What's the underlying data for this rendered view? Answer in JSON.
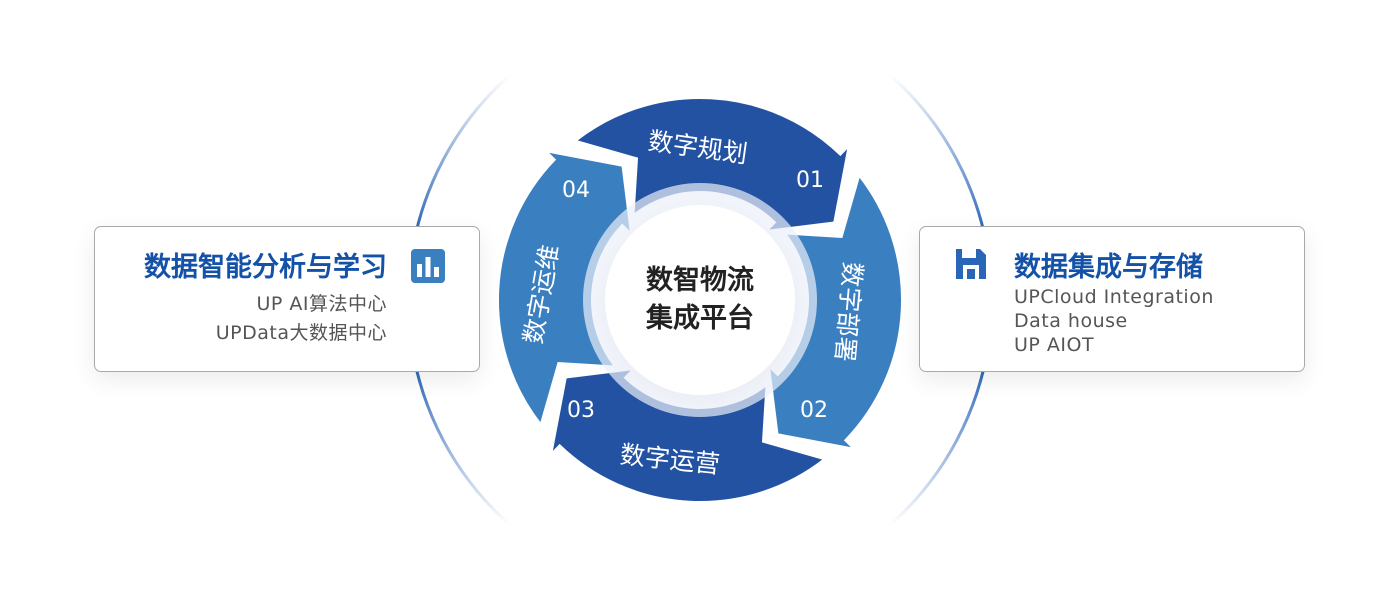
{
  "center": {
    "line1": "数智物流",
    "line2": "集成平台"
  },
  "stages": [
    {
      "num": "01",
      "label": "数字规划"
    },
    {
      "num": "02",
      "label": "数字部署"
    },
    {
      "num": "03",
      "label": "数字运营"
    },
    {
      "num": "04",
      "label": "数字运维"
    }
  ],
  "left_card": {
    "title": "数据智能分析与学习",
    "icon": "bar-chart-icon",
    "lines": [
      "UP AI算法中心",
      "UPData大数据中心"
    ]
  },
  "right_card": {
    "title": "数据集成与存储",
    "icon": "storage-icon",
    "lines": [
      "UPCloud Integration",
      "Data house",
      "UP AIOT"
    ]
  },
  "colors": {
    "dark": "#2352a3",
    "light": "#3a7fc0",
    "title": "#1452a8"
  }
}
